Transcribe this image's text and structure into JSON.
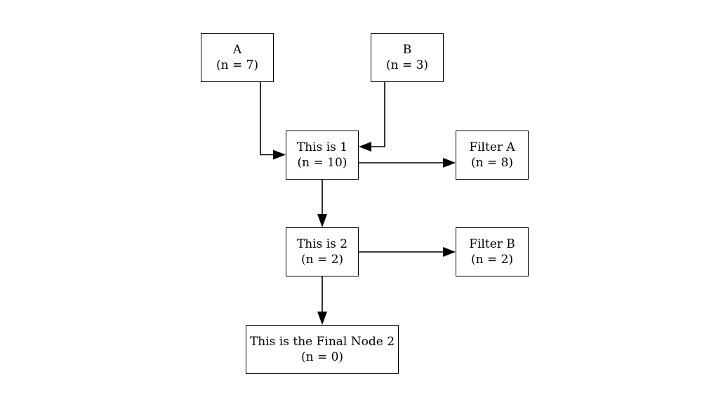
{
  "diagram": {
    "nodes": [
      {
        "id": "a",
        "label": "A",
        "count": "(n = 7)"
      },
      {
        "id": "b",
        "label": "B",
        "count": "(n = 3)"
      },
      {
        "id": "n1",
        "label": "This is 1",
        "count": "(n = 10)"
      },
      {
        "id": "fa",
        "label": "Filter A",
        "count": "(n = 8)"
      },
      {
        "id": "n2",
        "label": "This is 2",
        "count": "(n = 2)"
      },
      {
        "id": "fb",
        "label": "Filter B",
        "count": "(n = 2)"
      },
      {
        "id": "final",
        "label": "This is the Final Node 2",
        "count": "(n = 0)"
      }
    ],
    "edges": [
      {
        "from": "a",
        "to": "n1"
      },
      {
        "from": "b",
        "to": "n1"
      },
      {
        "from": "n1",
        "to": "fa"
      },
      {
        "from": "n1",
        "to": "n2"
      },
      {
        "from": "n2",
        "to": "fb"
      },
      {
        "from": "n2",
        "to": "final"
      }
    ],
    "colors": {
      "stroke": "#000000",
      "fill": "#ffffff",
      "text": "#000000"
    }
  }
}
